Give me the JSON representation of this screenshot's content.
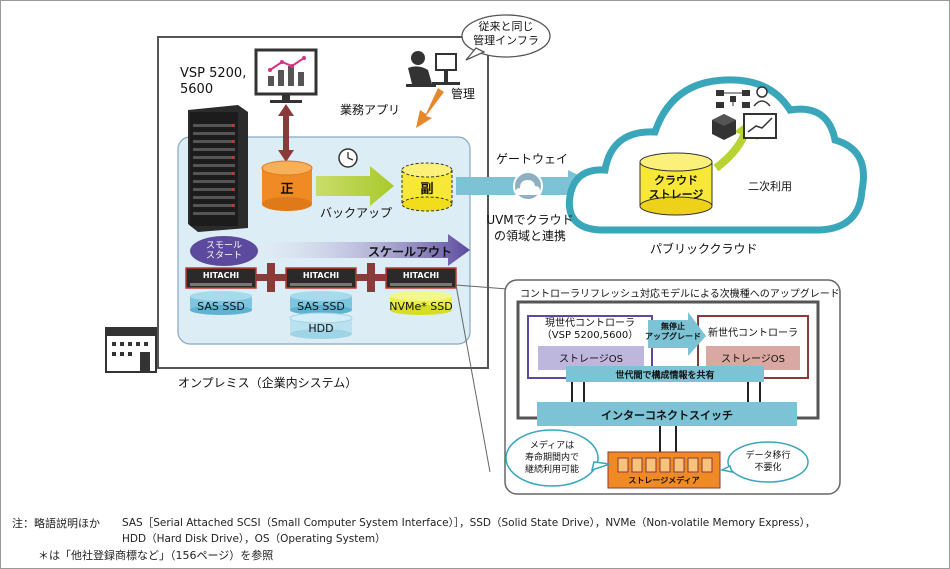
{
  "onprem": {
    "storage_model": "VSP 5200,\n5600",
    "business_app": "業務アプリ",
    "management": "管理",
    "mgmt_bubble": "従来と同じ\n管理インフラ",
    "primary": "正",
    "secondary": "副",
    "backup": "バックアップ",
    "small_start": "スモール\nスタート",
    "scale_out": "スケールアウト",
    "brand": "HITACHI",
    "sas_ssd_1": "SAS SSD",
    "sas_ssd_2": "SAS SSD",
    "hdd": "HDD",
    "nvme": "NVMe* SSD",
    "caption": "オンプレミス（企業内システム）"
  },
  "network": {
    "gateway": "ゲートウェイ",
    "uvm": "UVMでクラウド\nの領域と連携"
  },
  "cloud": {
    "storage": "クラウド\nストレージ",
    "secondary_use": "二次利用",
    "caption": "パブリッククラウド"
  },
  "upgrade": {
    "title": "コントローラリフレッシュ対応モデルによる次機種へのアップグレード",
    "current": "現世代コントローラ\n（VSP 5200,5600）",
    "next": "新世代コントローラ",
    "storage_os_1": "ストレージOS",
    "storage_os_2": "ストレージOS",
    "nonstop": "無停止\nアップグレード",
    "share": "世代間で構成情報を共有",
    "interconnect": "インターコネクトスイッチ",
    "media_bubble": "メディアは\n寿命期間内で\n継続利用可能",
    "migration_bubble": "データ移行\n不要化",
    "storage_media": "ストレージメディア"
  },
  "notes": {
    "prefix": "注：略語説明ほか",
    "line1": "SAS［Serial Attached SCSI（Small Computer System Interface）］，SSD（Solid State Drive），NVMe（Non-volatile Memory Express），",
    "line2": "HDD（Hard Disk Drive），OS（Operating System）",
    "line3": "＊は「他社登録商標など」（156ページ）を参照"
  },
  "colors": {
    "teal": "#3aa6b9",
    "orange": "#e8862a",
    "yellow": "#f7e838",
    "green": "#b8d433",
    "purple": "#5b4a9e",
    "maroon": "#8b3a3a",
    "light_blue": "#dcedf6"
  }
}
